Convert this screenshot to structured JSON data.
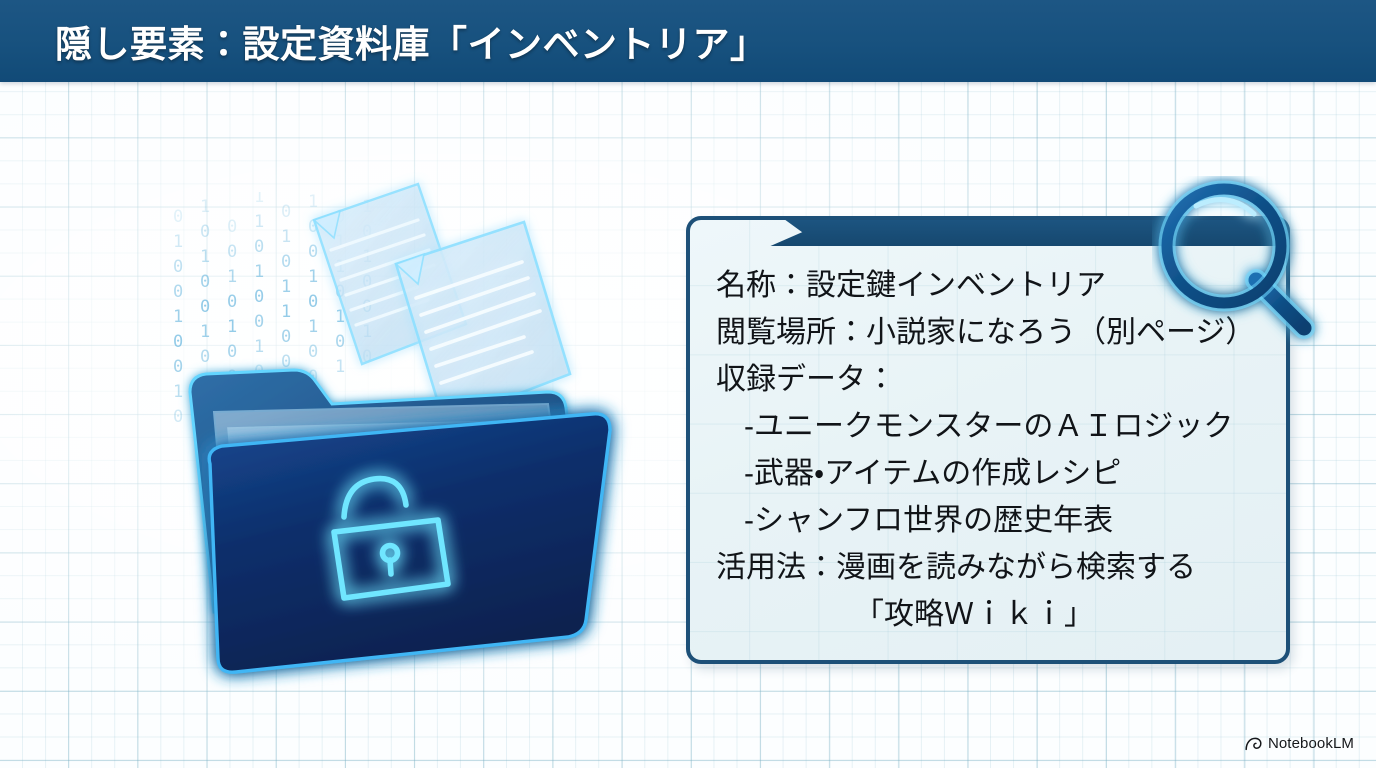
{
  "slide": {
    "title": "隠し要素：設定資料庫「インベントリア」",
    "title_bar_color": "#17517e",
    "background": "graph-paper",
    "background_color": "#fcfeff",
    "grid_line_color": "#78afc3"
  },
  "illustration": {
    "name": "glowing-folder-with-documents",
    "folder_color": "#0e2a5c",
    "glow_color": "#5fd8ff",
    "elements": [
      "folder",
      "document-sheet-back",
      "document-sheet-front",
      "binary-rain",
      "unlocked-padlock-icon"
    ],
    "binary_chars": "0101001011010010"
  },
  "card": {
    "border_color": "#1d5078",
    "background_color": "#eaf4f7",
    "header_color": "#1c5480",
    "lines": [
      {
        "text": "名称：設定鍵インベントリア",
        "style": "normal"
      },
      {
        "text": "閲覧場所：小説家になろう（別ページ）",
        "style": "normal"
      },
      {
        "text": "収録データ：",
        "style": "normal"
      },
      {
        "text": "‐ユニークモンスターのＡＩロジック",
        "style": "bullet"
      },
      {
        "text": "‐武器・アイテムの作成レシピ",
        "style": "bullet"
      },
      {
        "text": "‐シャンフロ世界の歴史年表",
        "style": "bullet"
      },
      {
        "text": "活用法：漫画を読みながら検索する",
        "style": "normal"
      },
      {
        "text": "「攻略Ｗｉｋｉ」",
        "style": "center"
      }
    ]
  },
  "magnifier": {
    "name": "magnifying-glass-icon",
    "body_color": "#14538a",
    "glow_color": "#6fd9ff"
  },
  "footer": {
    "brand": "NotebookLM",
    "icon": "notebooklm-spiral-icon"
  }
}
